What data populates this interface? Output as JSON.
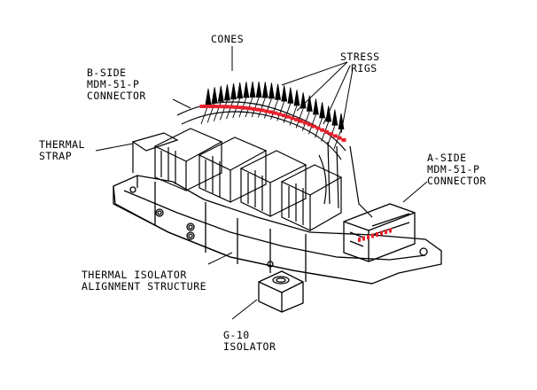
{
  "labels": {
    "cones": [
      "CONES"
    ],
    "stress_rigs": [
      "STRESS",
      "RIGS"
    ],
    "b_side": [
      "B-SIDE",
      "MDM-51-P",
      "CONNECTOR"
    ],
    "thermal_strap": [
      "THERMAL",
      "STRAP"
    ],
    "a_side": [
      "A-SIDE",
      "MDM-51-P",
      "CONNECTOR"
    ],
    "thermal_isolator": [
      "THERMAL ISOLATOR",
      "ALIGNMENT STRUCTURE"
    ],
    "g10": [
      "G-10",
      "ISOLATOR"
    ]
  },
  "colors": {
    "line": "#000000",
    "highlight": "#e8202a",
    "background": "#ffffff"
  }
}
